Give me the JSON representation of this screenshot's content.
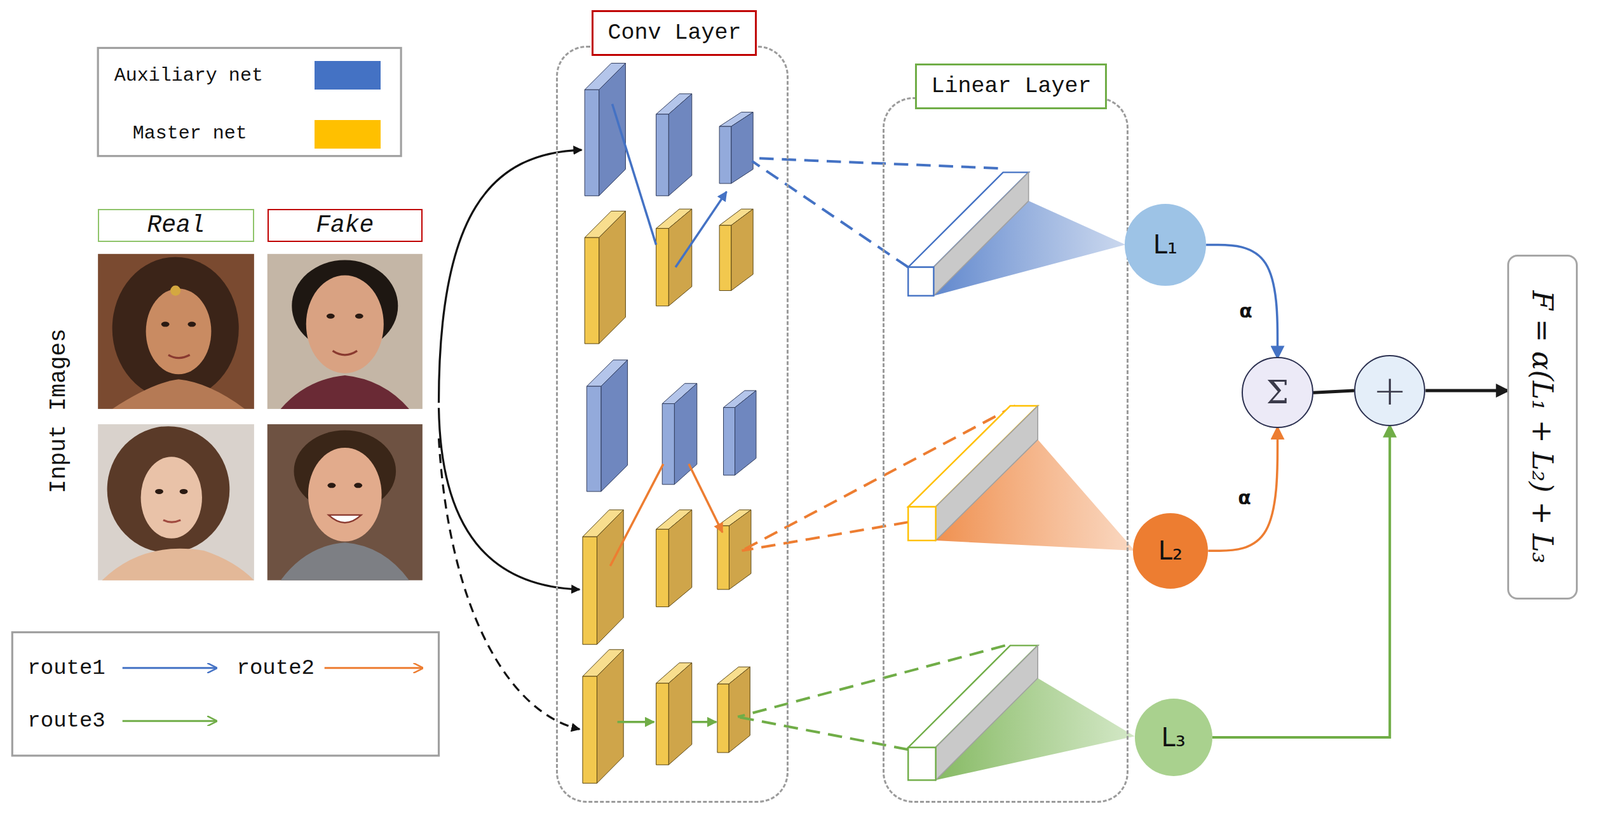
{
  "diagram": {
    "nodes": [
      {
        "text": [
          "Real"
        ]
      },
      {
        "text": [
          "Fake"
        ]
      },
      {
        "text": [
          "Conv Layer"
        ]
      },
      {
        "text": [
          "Linear Layer"
        ]
      },
      {
        "text": [
          "L₁"
        ]
      },
      {
        "text": [
          "L₂"
        ]
      },
      {
        "text": [
          "L₃"
        ]
      },
      {
        "text": [
          "Σ"
        ]
      },
      {
        "text": [
          "+"
        ]
      },
      {
        "text": [
          "F = α(L₁ + L₂) + L₃"
        ]
      }
    ],
    "edges": [
      {
        "from": 4,
        "to": 7,
        "arrow": "to",
        "label": "α"
      },
      {
        "from": 5,
        "to": 7,
        "arrow": "to",
        "label": "α"
      },
      {
        "from": 7,
        "to": 8,
        "arrow": "none"
      },
      {
        "from": 8,
        "to": 9,
        "arrow": "to"
      },
      {
        "from": 6,
        "to": 8,
        "arrow": "to"
      }
    ],
    "labels": [
      "Input Images"
    ],
    "legend": [
      {
        "text": "Auxiliary net",
        "color": "#4472C4"
      },
      {
        "text": "Master net",
        "color": "#FFC000"
      },
      {
        "text": "route1"
      },
      {
        "text": "route2"
      },
      {
        "text": "route3"
      }
    ]
  }
}
